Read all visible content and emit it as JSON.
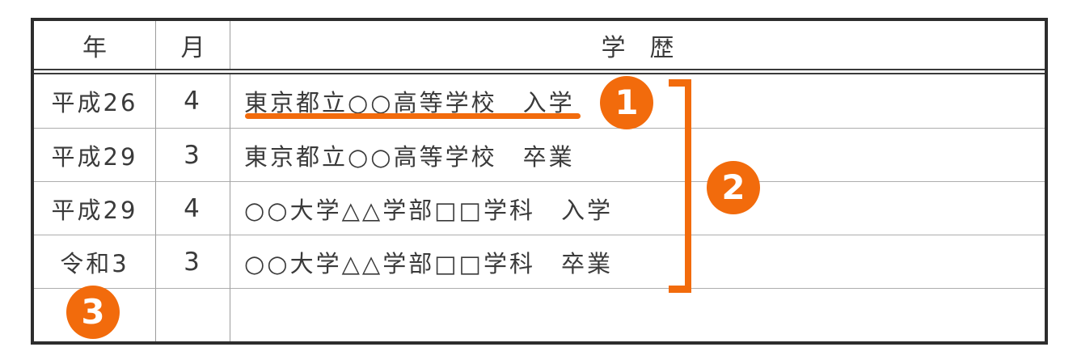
{
  "accent_color": "#F26B0C",
  "table": {
    "headers": {
      "year": "年",
      "month": "月",
      "history": "学　歴"
    },
    "rows": [
      {
        "year": "平成26",
        "month": "4",
        "history": "東京都立○○高等学校　入学"
      },
      {
        "year": "平成29",
        "month": "3",
        "history": "東京都立○○高等学校　卒業"
      },
      {
        "year": "平成29",
        "month": "4",
        "history": "○○大学△△学部□□学科　入学"
      },
      {
        "year": "令和3",
        "month": "3",
        "history": "○○大学△△学部□□学科　卒業"
      },
      {
        "year": "",
        "month": "",
        "history": ""
      }
    ]
  },
  "annotations": {
    "markers": [
      "1",
      "2",
      "3"
    ]
  }
}
